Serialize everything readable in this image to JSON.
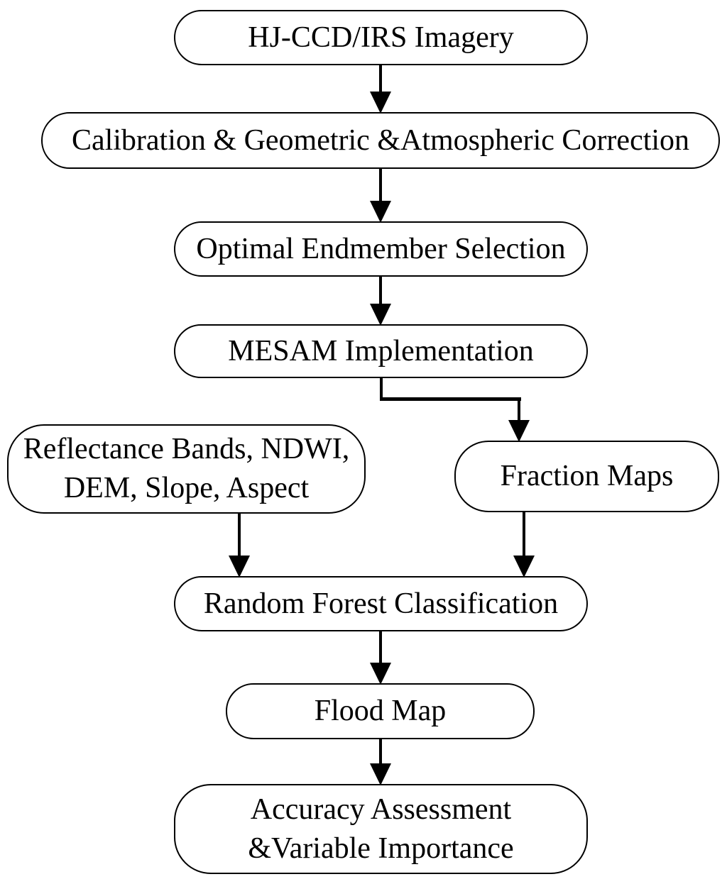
{
  "figure": {
    "type": "flowchart",
    "background_color": "#ffffff",
    "node_fill_color": "#ffffff",
    "node_border_color": "#000000",
    "text_color": "#000000",
    "arrow_color": "#000000",
    "nodes": {
      "imagery": {
        "label": "HJ-CCD/IRS Imagery"
      },
      "calibration": {
        "label": "Calibration & Geometric &Atmospheric Correction"
      },
      "endmember": {
        "label": "Optimal Endmember Selection"
      },
      "mesam": {
        "label": "MESAM Implementation"
      },
      "reflectance": {
        "line1": "Reflectance Bands, NDWI,",
        "line2": "DEM, Slope, Aspect"
      },
      "fraction": {
        "label": "Fraction Maps"
      },
      "random_forest": {
        "label": "Random Forest Classification"
      },
      "flood_map": {
        "label": "Flood Map"
      },
      "accuracy": {
        "line1": "Accuracy Assessment",
        "line2": "&Variable Importance"
      }
    },
    "edges": [
      {
        "from": "imagery",
        "to": "calibration"
      },
      {
        "from": "calibration",
        "to": "endmember"
      },
      {
        "from": "endmember",
        "to": "mesam"
      },
      {
        "from": "mesam",
        "to": "fraction"
      },
      {
        "from": "reflectance",
        "to": "random_forest"
      },
      {
        "from": "fraction",
        "to": "random_forest"
      },
      {
        "from": "random_forest",
        "to": "flood_map"
      },
      {
        "from": "flood_map",
        "to": "accuracy"
      }
    ]
  }
}
